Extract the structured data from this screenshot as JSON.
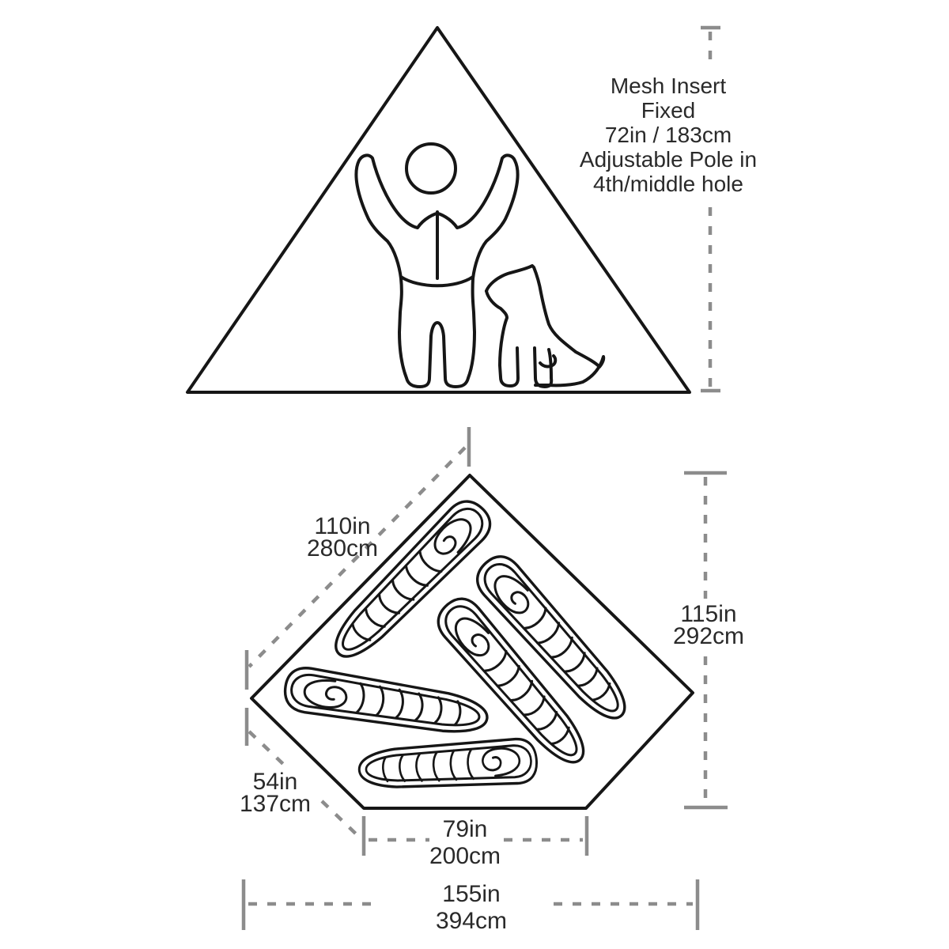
{
  "diagram": {
    "type": "tent-spec-line-diagram",
    "views": [
      "side-profile-with-scale-figures",
      "pentagonal-floor-plan"
    ]
  },
  "colors": {
    "outline": "#161616",
    "dimension_gray": "#8c8c8c",
    "label_text": "#2a2a2a",
    "background": "#ffffff"
  },
  "side_view": {
    "annotation": {
      "line1": "Mesh Insert",
      "line2": "Fixed",
      "line3": "72in / 183cm",
      "line4": "Adjustable Pole in",
      "line5": "4th/middle hole"
    },
    "pictograms": [
      "person-with-raised-arms",
      "sitting-dog"
    ]
  },
  "floor_plan": {
    "sleeping_bag_count": 5,
    "dims": {
      "slant": {
        "in": "110in",
        "cm": "280cm"
      },
      "right_side": {
        "in": "115in",
        "cm": "292cm"
      },
      "lower_left": {
        "in": "54in",
        "cm": "137cm"
      },
      "inner_width": {
        "in": "79in",
        "cm": "200cm"
      },
      "total_width": {
        "in": "155in",
        "cm": "394cm"
      }
    }
  }
}
